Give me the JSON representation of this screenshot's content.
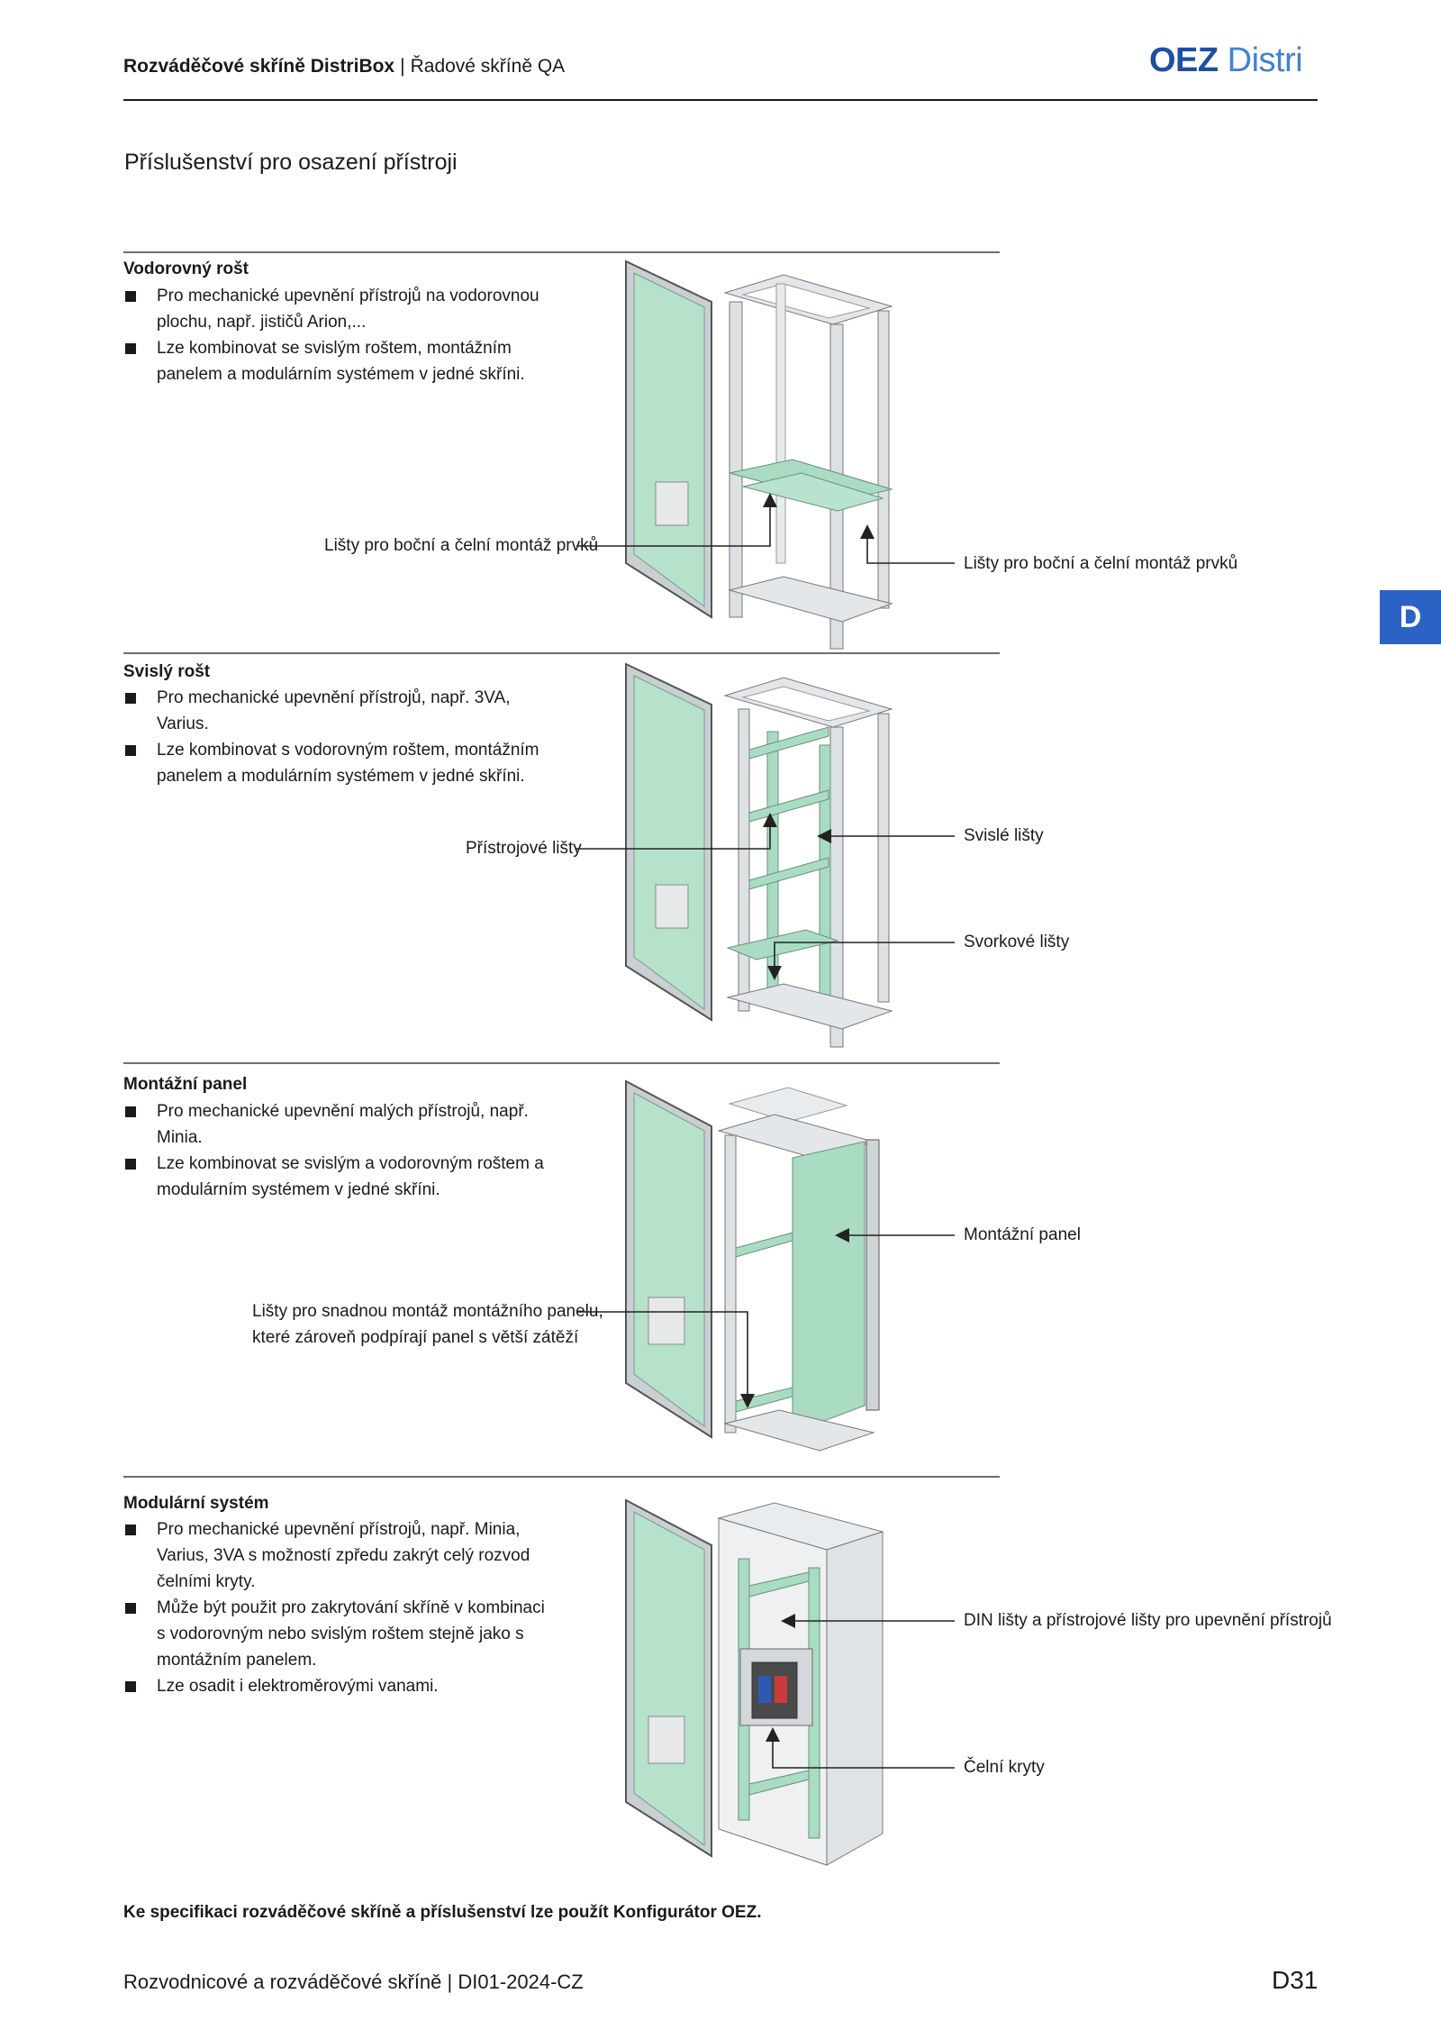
{
  "header": {
    "title_bold": "Rozváděčové skříně DistriBox",
    "separator": "|",
    "title_rest": "Řadové skříně QA",
    "logo_oez": "OEZ",
    "logo_distri": "Distri"
  },
  "page_heading": "Příslušenství pro osazení přístroji",
  "side_tab": "D",
  "sections": [
    {
      "title": "Vodorovný rošt",
      "bullets": [
        "Pro mechanické upevnění přístrojů na vodorovnou plochu, např. jističů Arion,...",
        "Lze kombinovat se svislým roštem, montážním panelem a modulárním systémem v jedné skříni."
      ],
      "callouts": [
        "Lišty pro boční  a čelní montáž prvků",
        "Lišty pro boční a čelní montáž prvků"
      ]
    },
    {
      "title": "Svislý rošt",
      "bullets": [
        "Pro mechanické upevnění přístrojů, např. 3VA, Varius.",
        "Lze kombinovat s vodorovným roštem, montážním panelem a modulárním systémem v jedné skříni."
      ],
      "callouts": [
        "Přístrojové lišty",
        "Svislé lišty",
        "Svorkové lišty"
      ]
    },
    {
      "title": "Montážní panel",
      "bullets": [
        "Pro mechanické upevnění malých přístrojů, např. Minia.",
        "Lze kombinovat se svislým a vodorovným roštem a modulárním systémem v jedné skříni."
      ],
      "callouts": [
        "Montážní panel",
        "Lišty pro snadnou montáž montážního panelu,",
        "které zároveň podpírají panel s větší zátěží"
      ]
    },
    {
      "title": "Modulární systém",
      "bullets": [
        "Pro mechanické upevnění přístrojů, např. Minia, Varius, 3VA s možností zpředu zakrýt celý rozvod čelními kryty.",
        "Může být použit pro zakrytování skříně v kombinaci s vodorovným nebo svislým roštem stejně jako s montážním panelem.",
        "Lze osadit i elektroměrovými vanami."
      ],
      "callouts": [
        "DIN lišty a přístrojové lišty pro upevnění přístrojů",
        "Čelní kryty"
      ]
    }
  ],
  "footnote": "Ke specifikaci rozváděčové skříně a příslušenství lze použít Konfigurátor OEZ.",
  "footer": {
    "text": "Rozvodnicové a rozváděčové skříně | DI01-2024-CZ",
    "page_number": "D31"
  },
  "colors": {
    "brand_blue": "#1f4fa3",
    "accent_blue": "#3f82d6",
    "tab_blue": "#2a63c3",
    "mint": "#a9dcc3",
    "frame_grey": "#dde1e3"
  }
}
